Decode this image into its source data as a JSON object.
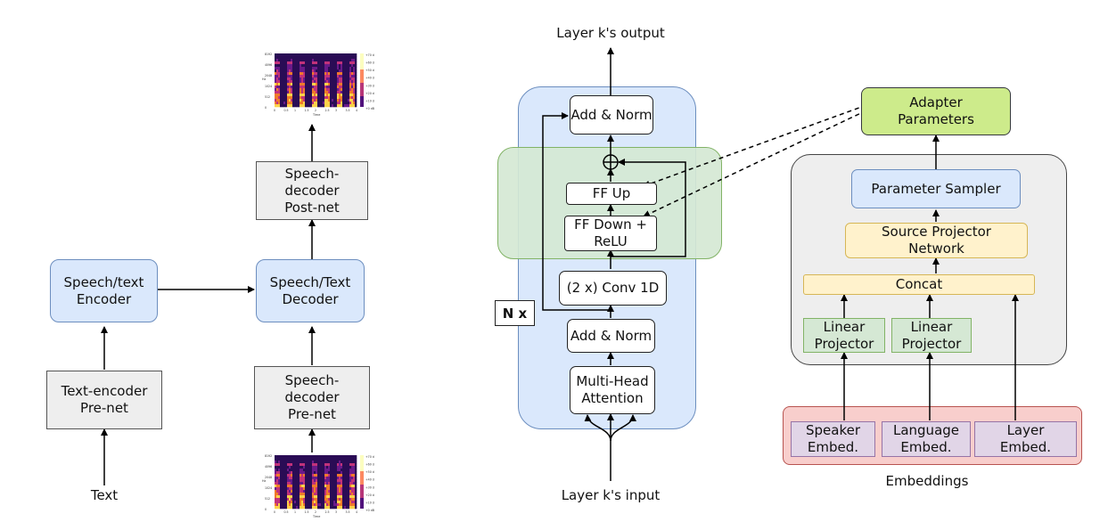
{
  "left_diagram": {
    "text_input": "Text",
    "text_encoder_prenet": "Text-encoder\nPre-net",
    "speech_text_encoder": "Speech/text\nEncoder",
    "speech_text_decoder": "Speech/Text\nDecoder",
    "speech_decoder_prenet": "Speech-\ndecoder\nPre-net",
    "speech_decoder_postnet": "Speech-\ndecoder\nPost-net",
    "spectrogram": {
      "colorbar_ticks": [
        "+70 dB",
        "+60 dB",
        "+50 dB",
        "+40 dB",
        "+30 dB",
        "+20 dB",
        "+10 dB",
        "+0 dB"
      ],
      "x_ticks": [
        "0",
        "0.5",
        "1",
        "1.5",
        "2",
        "2.5",
        "3",
        "3.5",
        "4"
      ],
      "y_ticks": [
        "8192",
        "4096",
        "2048",
        "1024",
        "512",
        "0"
      ],
      "xlabel": "Time",
      "ylabel": "Hz"
    }
  },
  "middle_diagram": {
    "output_label": "Layer k's output",
    "input_label": "Layer k's input",
    "add_norm_top": "Add & Norm",
    "ff_up": "FF Up",
    "ff_down": "FF Down +\nReLU",
    "conv": "(2 x) Conv 1D",
    "add_norm_bottom": "Add & Norm",
    "mha": "Multi-Head\nAttention",
    "repeat_label": "N x",
    "sum_symbol": "⊕"
  },
  "right_diagram": {
    "adapter_parameters": "Adapter\nParameters",
    "parameter_sampler": "Parameter Sampler",
    "source_projector": "Source Projector\nNetwork",
    "concat": "Concat",
    "linear_projector_1": "Linear\nProjector",
    "linear_projector_2": "Linear\nProjector",
    "speaker_embed": "Speaker\nEmbed.",
    "language_embed": "Language\nEmbed.",
    "layer_embed": "Layer\nEmbed.",
    "embeddings_label": "Embeddings"
  },
  "colors": {
    "blue_fill": "#dae8fc",
    "green_fill": "#d5e8d4",
    "yellow_fill": "#fff2cc",
    "purple_fill": "#e1d5e7",
    "red_fill": "#f8cecc",
    "lime_fill": "#cdeb8b",
    "gray_fill": "#eeeeee"
  }
}
